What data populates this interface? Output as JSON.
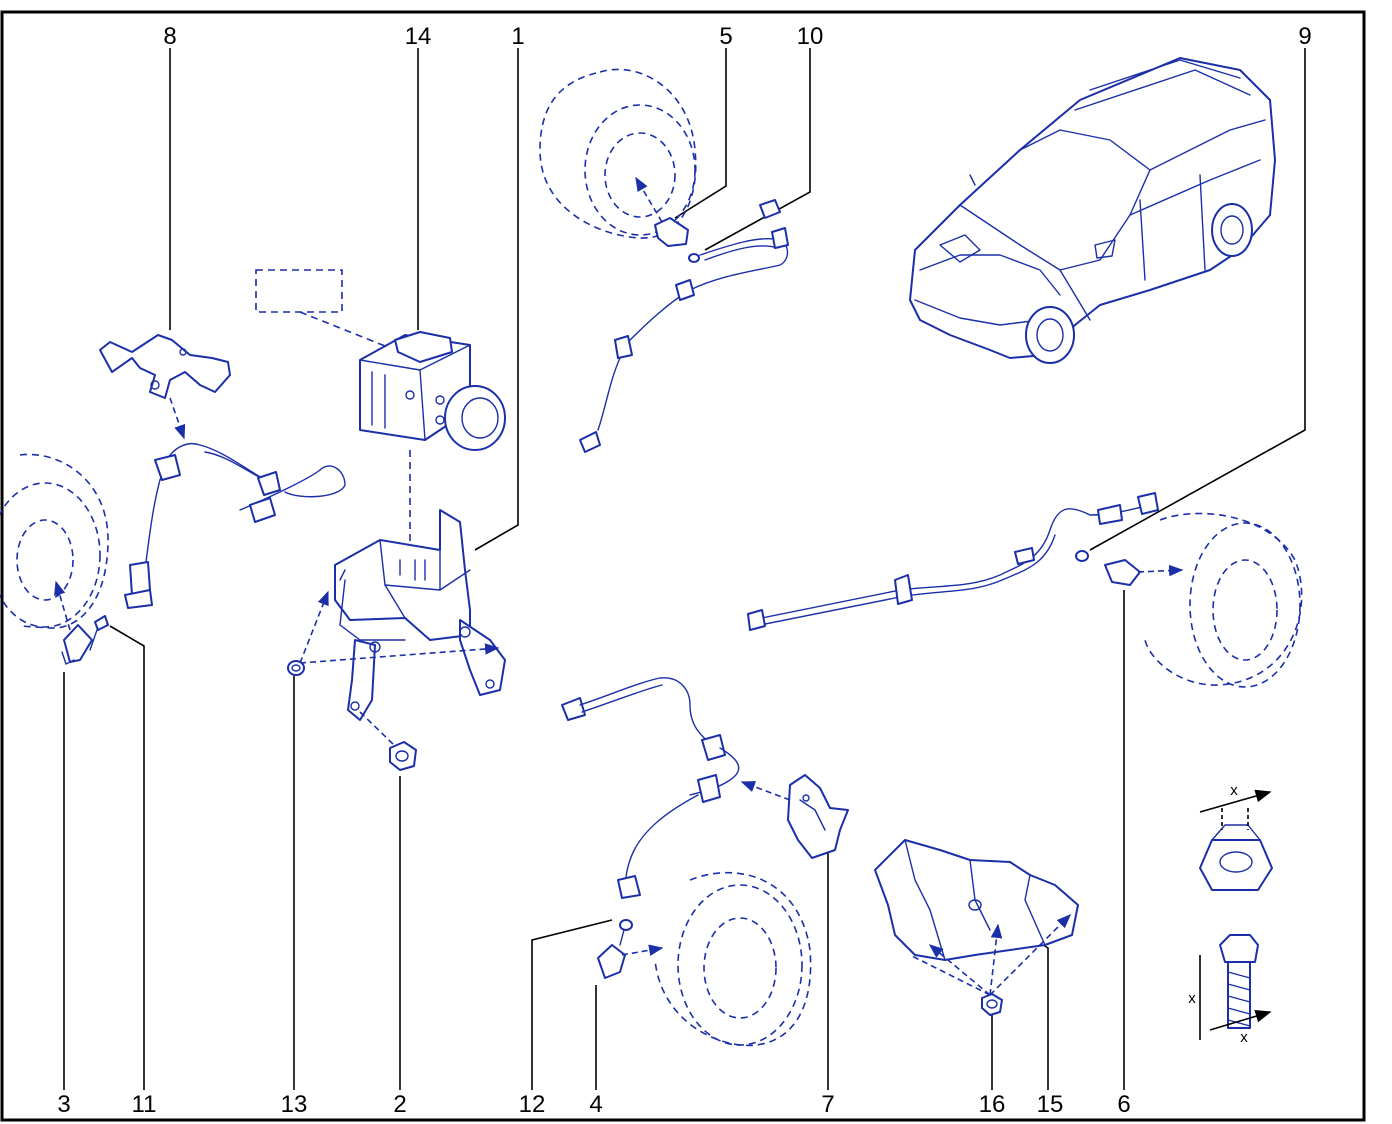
{
  "diagram": {
    "callouts": {
      "c1": "1",
      "c2": "2",
      "c3": "3",
      "c4": "4",
      "c5": "5",
      "c6": "6",
      "c7": "7",
      "c8": "8",
      "c9": "9",
      "c10": "10",
      "c11": "11",
      "c12": "12",
      "c13": "13",
      "c14": "14",
      "c15": "15",
      "c16": "16"
    },
    "dimension_marks": {
      "nut_x": "x",
      "bolt_x_vertical": "x",
      "bolt_x_horizontal": "x"
    },
    "colors": {
      "line_art": "#1a2fa8",
      "callout_text": "#000000",
      "frame": "#000000"
    }
  }
}
